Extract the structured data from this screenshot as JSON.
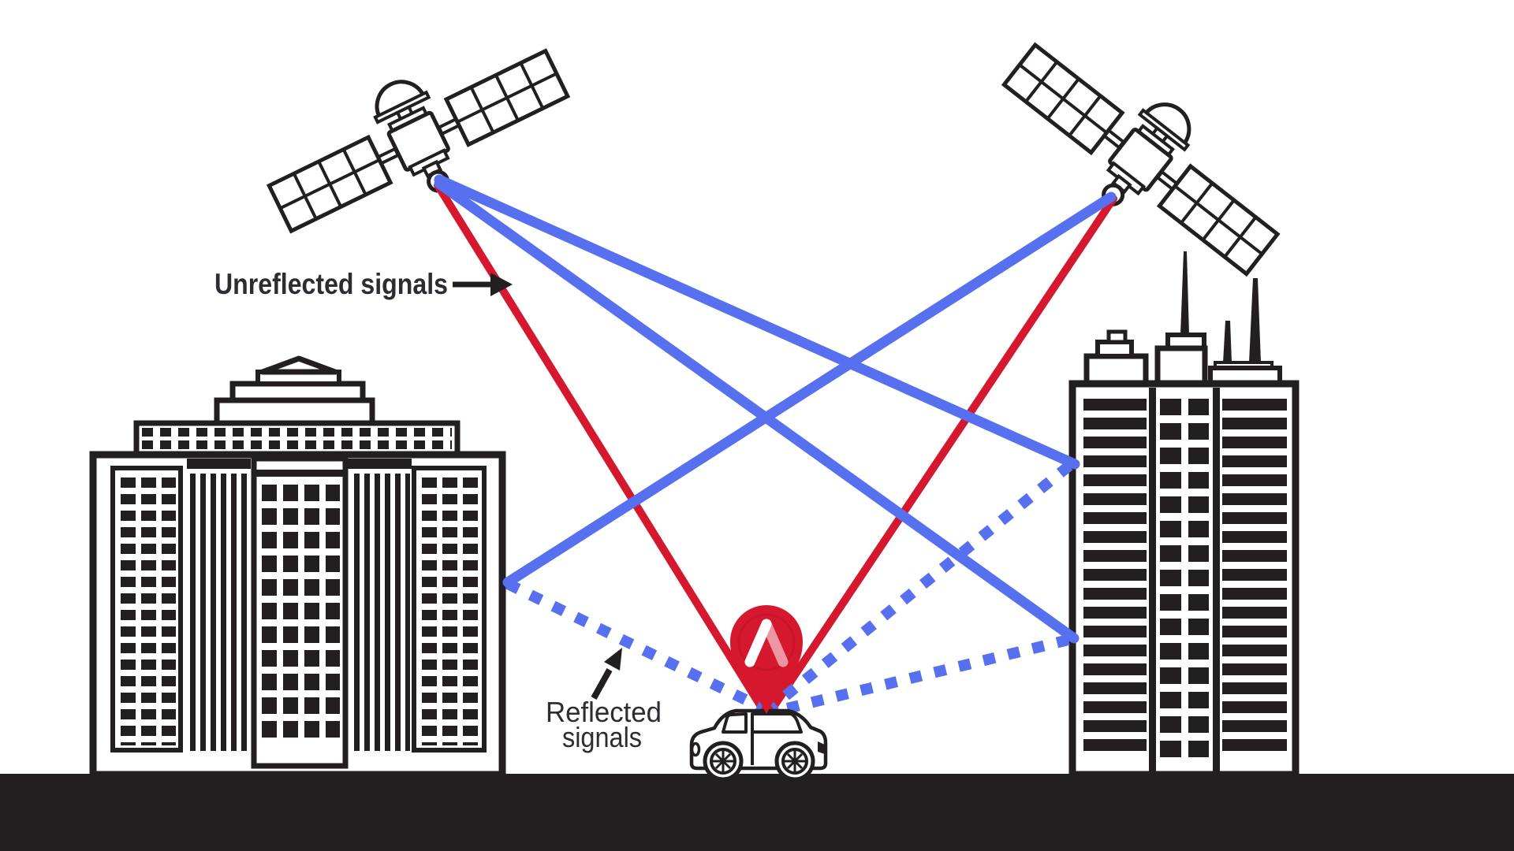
{
  "labels": {
    "unreflected": "Unreflected signals",
    "reflected_line1": "Reflected",
    "reflected_line2": "signals"
  },
  "colors": {
    "background": "#ffffff",
    "ink": "#231f20",
    "label_text": "#2e2b33",
    "signal_blue": "#5670ef",
    "signal_red": "#d6182f",
    "pin_red": "#d6182f",
    "pin_ring": "#b00f26",
    "pin_logo_white": "#ffffff"
  },
  "icons": {
    "left_satellite": "satellite-icon",
    "right_satellite": "satellite-icon",
    "left_building": "building-icon",
    "right_building": "building-icon",
    "car": "car-icon",
    "pin": "location-pin-icon",
    "road": "road-ground"
  }
}
